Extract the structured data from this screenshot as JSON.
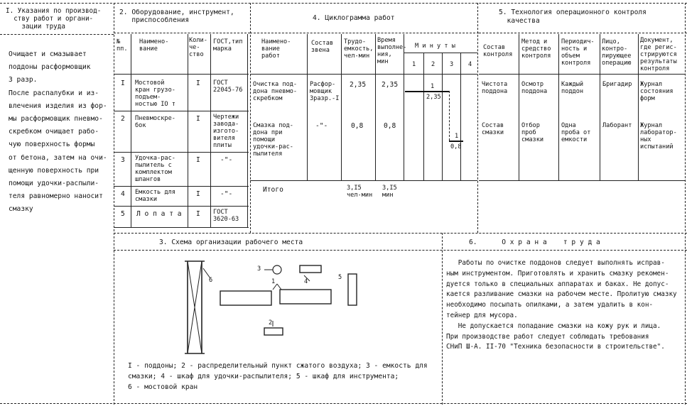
{
  "sec1": {
    "title": "I. Указания по производ-\n  ству работ и органи-\n    зации труда",
    "text": "Очищает и смазывает\nподдоны расформовщик\n3 разр.\nПосле распалубки и из-\nвлечения изделия из фор-\nмы расформовщик пневмо-\nскребком очищает рабо-\nчую поверхность формы\nот бетона, затем на очи-\nщенную поверхность при\nпомощи удочки-распыли-\nтеля равномерно наносит\nсмазку"
  },
  "sec2": {
    "title": "2. Оборудование, инструмент,\n   приспособления",
    "headers": [
      "№\nпп.",
      "Наимено-\nвание",
      "Коли-\nче-\nство",
      "ГОСТ,тип\nмарка"
    ],
    "rows": [
      {
        "n": "I",
        "name": "Мостовой\nкран грузо-\nподъем-\nностью IO т",
        "qty": "I",
        "gost": "ГОСТ\n22045-76"
      },
      {
        "n": "2",
        "name": "Пневмоскре-\nбок",
        "qty": "I",
        "gost": "Чертежи\nзаводa-\nизгото-\nвителя\nплиты"
      },
      {
        "n": "3",
        "name": "Удочка-рас-\nпылитель с\nкомплектом\nшлангов",
        "qty": "I",
        "gost": "-\"-"
      },
      {
        "n": "4",
        "name": "Емкость для\nсмазки",
        "qty": "I",
        "gost": "-\"-"
      },
      {
        "n": "5",
        "name": "Л о п а т а",
        "qty": "I",
        "gost": "ГОСТ\n3620-63"
      }
    ]
  },
  "sec4": {
    "title": "4. Циклограмма работ",
    "headers": [
      "Наимено-\nвание\nработ",
      "Состав\nзвена",
      "Трудо-\nемкость,\nчел-мин",
      "Время\nвыполне-\nния,\nмин"
    ],
    "minutes_label": "М и н у т ы",
    "minutes": [
      "1",
      "2",
      "3",
      "4"
    ],
    "rows": [
      {
        "name": "Очистка под-\nдона пневмо-\nскребком",
        "crew": "Расфор-\nмовщик\n3разр.-I",
        "labor": "2,35",
        "time": "2,35",
        "bar_label": "1",
        "bar_value": "2,35"
      },
      {
        "name": "Смазка под-\nдона при\nпомощи\nудочки-рас-\nпылителя",
        "crew": "-\"-",
        "labor": "0,8",
        "time": "0,8",
        "bar_label": "1",
        "bar_value": "0,8"
      }
    ],
    "total_label": "Итого",
    "total_labor": "3,I5\nчел-мин",
    "total_time": "3,I5\nмин"
  },
  "sec5": {
    "title": "5. Технология операционного контроля\n  качества",
    "headers": [
      "Состав\nконтроля",
      "Метод и\nсредство\nконтроля",
      "Периодич-\nность и\nобъем\nконтроля",
      "Лицо,\nконтро-\nлирующее\nоперацию",
      "Документ,\nгде регис-\nстрируются\nрезультаты\nконтроля"
    ],
    "rows": [
      [
        "Чистота\nподдона",
        "Осмотр\nподдона",
        "Каждый\nподдон",
        "Бригадир",
        "Журнал\nсостояния\nформ"
      ],
      [
        "Состав\nсмазки",
        "Отбор\nпроб\nсмазки",
        "Одна\nпроба от\nемкости",
        "Лаборант",
        "Журнал\nлаборатор-\nных\nиспытаний"
      ]
    ]
  },
  "sec3": {
    "title": "3. Схема организации рабочего места",
    "labels": [
      "6",
      "3",
      "4",
      "1",
      "5",
      "2"
    ],
    "legend": "I - поддоны; 2 - распределительный пункт сжатого воздуха; 3 - емкость для\nсмазки; 4 - шкаф для удочки-распылителя; 5 - шкаф для инструмента;\n6 - мостовой кран"
  },
  "sec6": {
    "title": "6.      О х р а н а    т р у д а",
    "text": "   Работы по очистке поддонов следует выполнять исправ-\nным инструментом. Приготовлять и хранить смазку рекомен-\nдуется только в специальных аппаратах и баках. Не допус-\nкается разливание смазки на рабочем месте. Пролитую смазку\nнеобходимо посыпать опилками, а затем удалить в кон-\nтейнер для мусора.\n   Не допускается попадание смазки на кожу рук и лица.\nПри производстве работ следует соблюдать требования\nСНиП Ш-А. II-70 \"Техника безопасности в строительстве\"."
  }
}
